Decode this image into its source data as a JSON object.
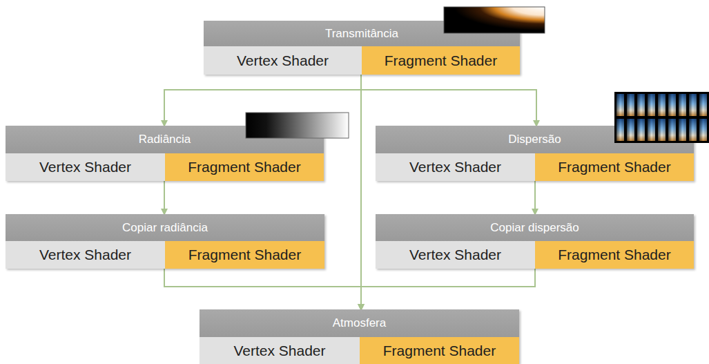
{
  "diagram": {
    "nodes": [
      {
        "text": [
          "Transmitância"
        ]
      },
      {
        "text": [
          "Vertex Shader"
        ],
        "in": 0
      },
      {
        "text": [
          "Fragment Shader"
        ],
        "in": 0
      },
      {
        "text": [
          "Radiância"
        ]
      },
      {
        "text": [
          "Vertex Shader"
        ],
        "in": 3
      },
      {
        "text": [
          "Fragment Shader"
        ],
        "in": 3
      },
      {
        "text": [
          "Dispersão"
        ]
      },
      {
        "text": [
          "Vertex Shader"
        ],
        "in": 6
      },
      {
        "text": [
          "Fragment Shader"
        ],
        "in": 6
      },
      {
        "text": [
          "Copiar radiância"
        ]
      },
      {
        "text": [
          "Vertex Shader"
        ],
        "in": 9
      },
      {
        "text": [
          "Fragment Shader"
        ],
        "in": 9
      },
      {
        "text": [
          "Copiar dispersão"
        ]
      },
      {
        "text": [
          "Vertex Shader"
        ],
        "in": 12
      },
      {
        "text": [
          "Fragment Shader"
        ],
        "in": 12
      },
      {
        "text": [
          "Atmosfera"
        ]
      },
      {
        "text": [
          "Vertex Shader"
        ],
        "in": 15
      },
      {
        "text": [
          "Fragment Shader"
        ],
        "in": 15
      }
    ],
    "edges": [
      {
        "from": 0,
        "to": 3,
        "arrow": "to"
      },
      {
        "from": 0,
        "to": 6,
        "arrow": "to"
      },
      {
        "from": 0,
        "to": 15,
        "arrow": "to"
      },
      {
        "from": 3,
        "to": 9,
        "arrow": "to"
      },
      {
        "from": 6,
        "to": 12,
        "arrow": "to"
      },
      {
        "from": 9,
        "to": 15,
        "arrow": "to"
      },
      {
        "from": 12,
        "to": 15,
        "arrow": "to"
      }
    ]
  }
}
